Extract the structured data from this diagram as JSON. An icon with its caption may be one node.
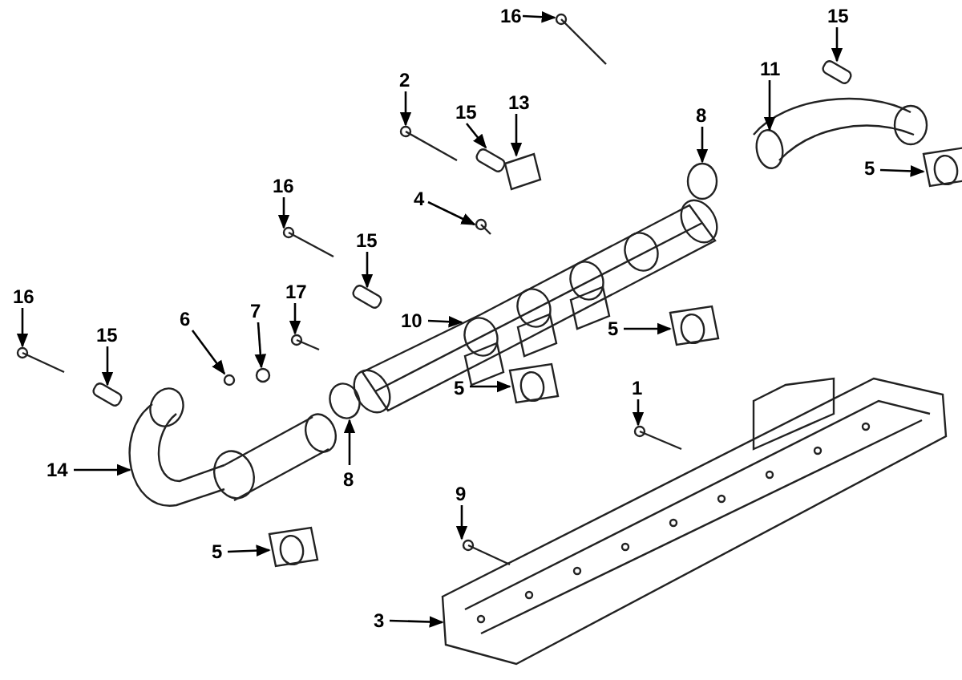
{
  "diagram": {
    "nodes": [
      {
        "text": [
          "16"
        ]
      },
      {
        "text": [
          "15"
        ]
      },
      {
        "text": [
          "2"
        ]
      },
      {
        "text": [
          "13"
        ]
      },
      {
        "text": [
          "15"
        ]
      },
      {
        "text": [
          "11"
        ]
      },
      {
        "text": [
          "8"
        ]
      },
      {
        "text": [
          "5"
        ]
      },
      {
        "text": [
          "4"
        ]
      },
      {
        "text": [
          "16"
        ]
      },
      {
        "text": [
          "15"
        ]
      },
      {
        "text": [
          "10"
        ]
      },
      {
        "text": [
          "17"
        ]
      },
      {
        "text": [
          "6"
        ]
      },
      {
        "text": [
          "7"
        ]
      },
      {
        "text": [
          "16"
        ]
      },
      {
        "text": [
          "15"
        ]
      },
      {
        "text": [
          "5"
        ]
      },
      {
        "text": [
          "1"
        ]
      },
      {
        "text": [
          "5"
        ]
      },
      {
        "text": [
          "14"
        ]
      },
      {
        "text": [
          "8"
        ]
      },
      {
        "text": [
          "9"
        ]
      },
      {
        "text": [
          "5"
        ]
      },
      {
        "text": [
          "3"
        ]
      },
      {
        "text": [],
        "shape": "picture"
      },
      {
        "text": [],
        "shape": "box"
      },
      {
        "text": [],
        "shape": "picture"
      },
      {
        "text": [],
        "shape": "picture"
      },
      {
        "text": [],
        "shape": "box"
      },
      {
        "text": [],
        "shape": "picture"
      },
      {
        "text": [],
        "shape": "circle"
      },
      {
        "text": [],
        "shape": "picture"
      },
      {
        "text": [],
        "shape": "picture"
      },
      {
        "text": [],
        "shape": "picture"
      },
      {
        "text": [],
        "shape": "box"
      },
      {
        "text": [],
        "shape": "picture"
      },
      {
        "text": [],
        "shape": "picture"
      },
      {
        "text": [],
        "shape": "circle"
      },
      {
        "text": [],
        "shape": "circle"
      },
      {
        "text": [],
        "shape": "picture"
      },
      {
        "text": [],
        "shape": "box"
      },
      {
        "text": [],
        "shape": "picture"
      },
      {
        "text": [],
        "shape": "picture"
      },
      {
        "text": [],
        "shape": "picture"
      },
      {
        "text": [],
        "shape": "picture"
      },
      {
        "text": [],
        "shape": "circle"
      },
      {
        "text": [],
        "shape": "picture"
      },
      {
        "text": [],
        "shape": "picture"
      },
      {
        "text": [],
        "shape": "picture"
      }
    ],
    "edges": [
      {
        "from": 0,
        "to": 25,
        "arrow": "to"
      },
      {
        "from": 1,
        "to": 26,
        "arrow": "to"
      },
      {
        "from": 2,
        "to": 27,
        "arrow": "to"
      },
      {
        "from": 3,
        "to": 28,
        "arrow": "to"
      },
      {
        "from": 4,
        "to": 29,
        "arrow": "to"
      },
      {
        "from": 5,
        "to": 30,
        "arrow": "to"
      },
      {
        "from": 6,
        "to": 31,
        "arrow": "to"
      },
      {
        "from": 7,
        "to": 32,
        "arrow": "to"
      },
      {
        "from": 8,
        "to": 33,
        "arrow": "to"
      },
      {
        "from": 9,
        "to": 34,
        "arrow": "to"
      },
      {
        "from": 10,
        "to": 35,
        "arrow": "to"
      },
      {
        "from": 11,
        "to": 36,
        "arrow": "to"
      },
      {
        "from": 12,
        "to": 37,
        "arrow": "to"
      },
      {
        "from": 13,
        "to": 38,
        "arrow": "to"
      },
      {
        "from": 14,
        "to": 39,
        "arrow": "to"
      },
      {
        "from": 15,
        "to": 40,
        "arrow": "to"
      },
      {
        "from": 16,
        "to": 41,
        "arrow": "to"
      },
      {
        "from": 17,
        "to": 42,
        "arrow": "to"
      },
      {
        "from": 18,
        "to": 43,
        "arrow": "to"
      },
      {
        "from": 19,
        "to": 44,
        "arrow": "to"
      },
      {
        "from": 20,
        "to": 45,
        "arrow": "to"
      },
      {
        "from": 21,
        "to": 46,
        "arrow": "to"
      },
      {
        "from": 22,
        "to": 47,
        "arrow": "to"
      },
      {
        "from": 23,
        "to": 48,
        "arrow": "to"
      },
      {
        "from": 24,
        "to": 49,
        "arrow": "to"
      }
    ]
  }
}
